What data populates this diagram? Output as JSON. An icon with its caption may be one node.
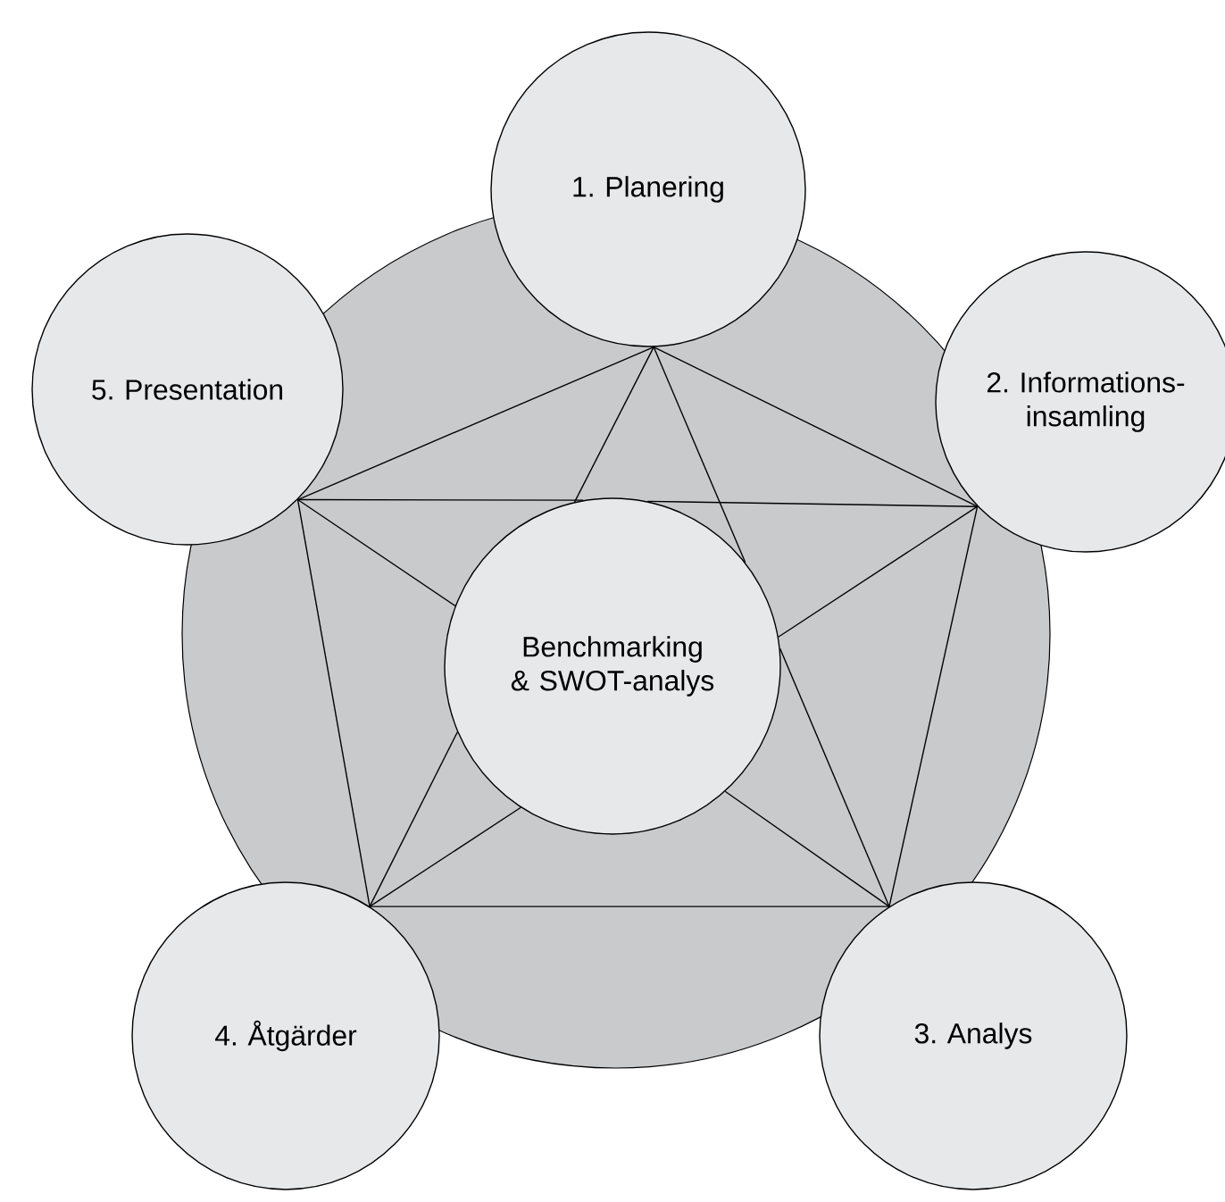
{
  "diagram": {
    "nodes": [
      {
        "text": [
          "1. Planering"
        ]
      },
      {
        "text": [
          "2. Informations- insamling"
        ]
      },
      {
        "text": [
          "3. Analys"
        ]
      },
      {
        "text": [
          "4. Åtgärder"
        ]
      },
      {
        "text": [
          "5. Presentation"
        ]
      },
      {
        "text": [
          "Benchmarking & SWOT-analys"
        ]
      }
    ],
    "edges": [
      {
        "from": 0,
        "to": 1,
        "arrow": "none"
      },
      {
        "from": 1,
        "to": 2,
        "arrow": "none"
      },
      {
        "from": 2,
        "to": 3,
        "arrow": "none"
      },
      {
        "from": 3,
        "to": 4,
        "arrow": "none"
      },
      {
        "from": 4,
        "to": 0,
        "arrow": "none"
      },
      {
        "from": 0,
        "to": 5,
        "arrow": "none"
      },
      {
        "from": 0,
        "to": 5,
        "arrow": "none"
      },
      {
        "from": 1,
        "to": 5,
        "arrow": "none"
      },
      {
        "from": 1,
        "to": 5,
        "arrow": "none"
      },
      {
        "from": 2,
        "to": 5,
        "arrow": "none"
      },
      {
        "from": 2,
        "to": 5,
        "arrow": "none"
      },
      {
        "from": 3,
        "to": 5,
        "arrow": "none"
      },
      {
        "from": 3,
        "to": 5,
        "arrow": "none"
      },
      {
        "from": 4,
        "to": 5,
        "arrow": "none"
      },
      {
        "from": 4,
        "to": 5,
        "arrow": "none"
      }
    ]
  }
}
